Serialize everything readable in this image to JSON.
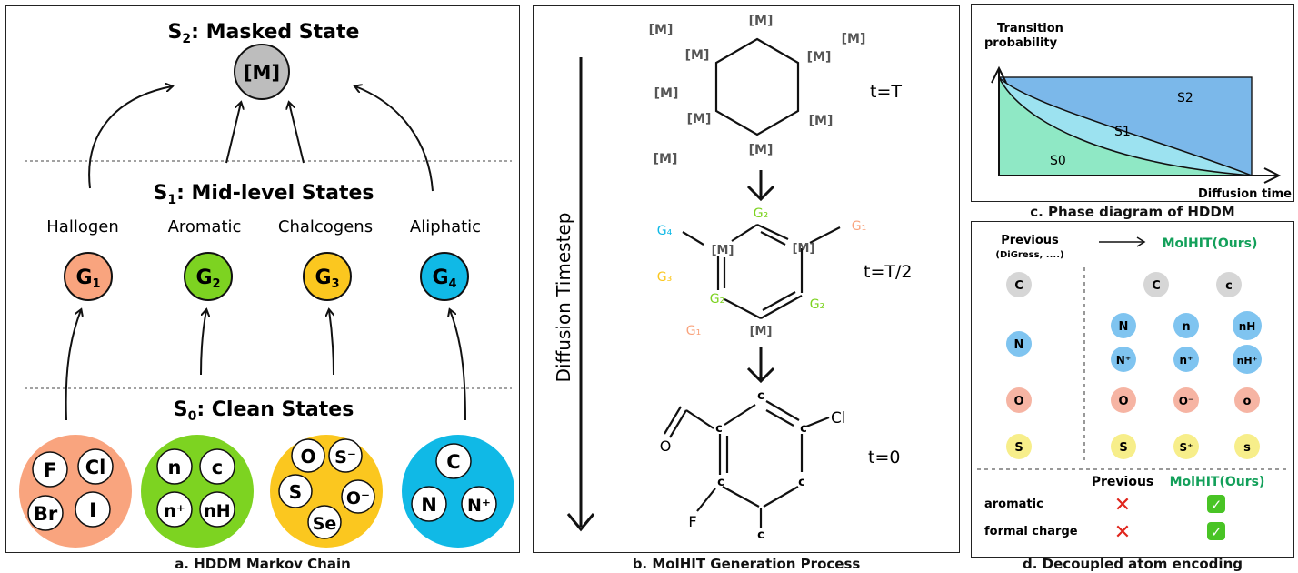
{
  "panel_a": {
    "caption": "a. HDDM Markov Chain",
    "s2": {
      "main": "S",
      "sub": "2",
      "rest": ": Masked State"
    },
    "mask_token": "[M]",
    "s1": {
      "main": "S",
      "sub": "1",
      "rest": ": Mid-level States"
    },
    "s0": {
      "main": "S",
      "sub": "0",
      "rest": ": Clean States"
    },
    "groups": [
      {
        "label": "Hallogen",
        "token": "G",
        "sub": "1",
        "color": "#F9A47E"
      },
      {
        "label": "Aromatic",
        "token": "G",
        "sub": "2",
        "color": "#7DD321"
      },
      {
        "label": "Chalcogens",
        "token": "G",
        "sub": "3",
        "color": "#FBC71F"
      },
      {
        "label": "Aliphatic",
        "token": "G",
        "sub": "4",
        "color": "#10B9E6"
      }
    ],
    "clean_atoms": [
      [
        "F",
        "Cl",
        "Br",
        "I"
      ],
      [
        "n",
        "c",
        "n⁺",
        "nH"
      ],
      [
        "O",
        "S⁻",
        "S",
        "O⁻",
        "Se"
      ],
      [
        "C",
        "N",
        "N⁺"
      ]
    ]
  },
  "panel_b": {
    "caption": "b. MolHIT Generation Process",
    "axis_label": "Diffusion Timestep",
    "mask": "[M]",
    "t_T": "t=T",
    "t_T2": "t=T/2",
    "t_0": "t=0",
    "g1": "G₁",
    "g2": "G₂",
    "g3": "G₃",
    "g4": "G₄",
    "atom_c": "c",
    "atom_cl": "Cl",
    "atom_o": "O",
    "atom_f": "F"
  },
  "panel_c": {
    "caption": "c. Phase diagram of HDDM",
    "ylabel_1": "Transition",
    "ylabel_2": "probability",
    "xlabel": "Diffusion time",
    "regions": [
      "S0",
      "S1",
      "S2"
    ],
    "colors": {
      "s0": "#8FE8C5",
      "s1": "#9CE2F0",
      "s2": "#7BB8EA"
    }
  },
  "panel_d": {
    "caption": "d. Decoupled atom encoding",
    "prev_title": "Previous",
    "prev_sub": "(DiGress, ....)",
    "ours_title": "MolHIT(Ours)",
    "prev_atoms": [
      "C",
      "N",
      "O",
      "S"
    ],
    "ours_atoms": [
      [
        "C",
        "c"
      ],
      [
        "N",
        "n",
        "nH"
      ],
      [
        "N⁺",
        "n⁺",
        "nH⁺"
      ],
      [
        "O",
        "O⁻",
        "o"
      ],
      [
        "S",
        "S⁺",
        "s"
      ]
    ],
    "table": {
      "col_prev": "Previous",
      "col_ours": "MolHIT(Ours)",
      "rows": [
        {
          "label": "aromatic",
          "prev": "✕",
          "ours": "✓"
        },
        {
          "label": "formal charge",
          "prev": "✕",
          "ours": "✓"
        }
      ]
    },
    "colors": {
      "gray": "#D6D6D6",
      "blue": "#7FC4F0",
      "red": "#F6B4A3",
      "yellow": "#F7EE8A",
      "green": "#13A05A",
      "cross": "#E0241B",
      "check": "#49C425"
    }
  }
}
